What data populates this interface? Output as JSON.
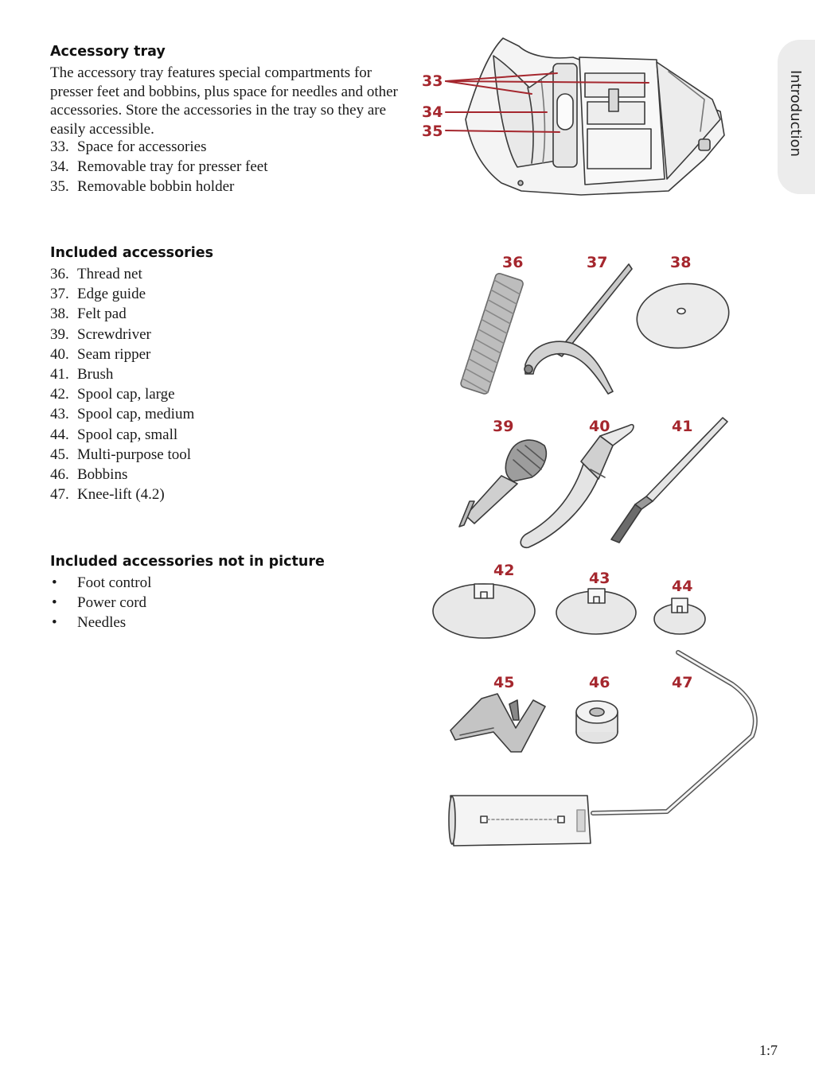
{
  "side_tab": {
    "label": "Introduction"
  },
  "accessory_tray": {
    "heading": "Accessory tray",
    "paragraph": "The accessory tray features special compartments for presser feet and bobbins, plus space for needles and other accessories. Store the accessories in the tray so they are easily accessible.",
    "items": [
      {
        "num": "33.",
        "text": "Space for accessories"
      },
      {
        "num": "34.",
        "text": "Removable tray for presser feet"
      },
      {
        "num": "35.",
        "text": "Removable bobbin holder"
      }
    ]
  },
  "included": {
    "heading": "Included accessories",
    "items": [
      {
        "num": "36.",
        "text": "Thread net"
      },
      {
        "num": "37.",
        "text": "Edge guide"
      },
      {
        "num": "38.",
        "text": "Felt pad"
      },
      {
        "num": "39.",
        "text": "Screwdriver"
      },
      {
        "num": "40.",
        "text": "Seam ripper"
      },
      {
        "num": "41.",
        "text": "Brush"
      },
      {
        "num": "42.",
        "text": "Spool cap, large"
      },
      {
        "num": "43.",
        "text": "Spool cap, medium"
      },
      {
        "num": "44.",
        "text": "Spool cap, small"
      },
      {
        "num": "45.",
        "text": "Multi-purpose tool"
      },
      {
        "num": "46.",
        "text": "Bobbins"
      },
      {
        "num": "47.",
        "text": "Knee-lift (4.2)"
      }
    ]
  },
  "not_in_picture": {
    "heading": "Included accessories not in picture",
    "bullet": "•",
    "items": [
      "Foot control",
      "Power cord",
      "Needles"
    ]
  },
  "figure_labels": {
    "n33": "33",
    "n34": "34",
    "n35": "35",
    "n36": "36",
    "n37": "37",
    "n38": "38",
    "n39": "39",
    "n40": "40",
    "n41": "41",
    "n42": "42",
    "n43": "43",
    "n44": "44",
    "n45": "45",
    "n46": "46",
    "n47": "47"
  },
  "colors": {
    "callout": "#a5272e",
    "tab": "#ececec"
  },
  "page_number": "1:7"
}
